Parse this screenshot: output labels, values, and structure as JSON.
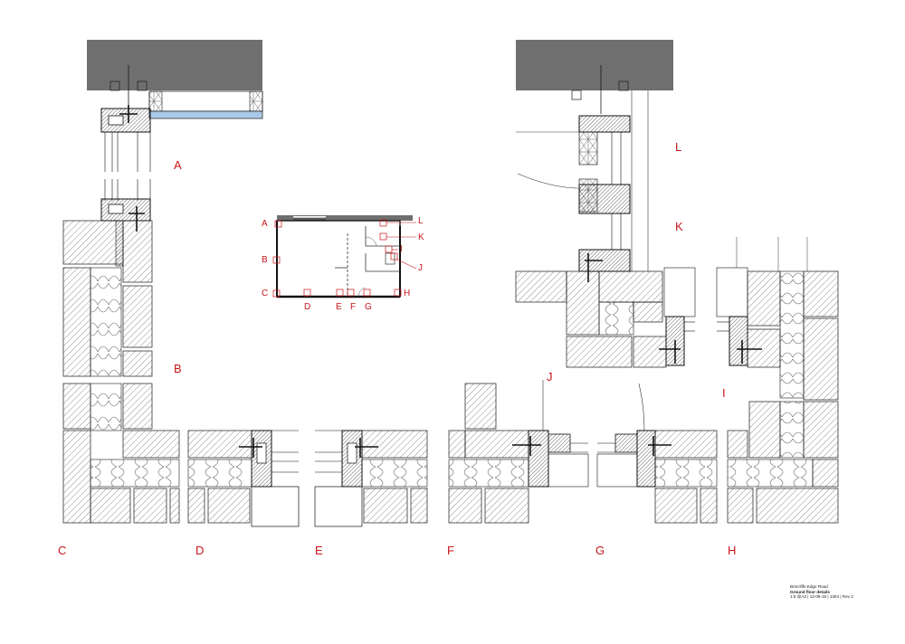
{
  "sheet": {
    "section_labels": {
      "A": "A",
      "B": "B",
      "C": "C",
      "D": "D",
      "E": "E",
      "F": "F",
      "G": "G",
      "H": "H",
      "I": "I",
      "J": "J",
      "K": "K",
      "L": "L"
    },
    "key_plan_labels": {
      "A": "A",
      "B": "B",
      "C": "C",
      "D": "D",
      "E": "E",
      "F": "F",
      "G": "G",
      "H": "H",
      "I": "I",
      "J": "J",
      "K": "K",
      "L": "L"
    }
  },
  "title_block": {
    "project": "Brincliffe Edge Road",
    "title": "Ground floor details",
    "meta": "1:5 @A3 | 13-08-15 | 1304 | Rev 2"
  },
  "colors": {
    "annotation": "#c8151b",
    "slab": "#6f6f6f",
    "glass": "#a9c9e8",
    "line": "#1a1a1a"
  }
}
